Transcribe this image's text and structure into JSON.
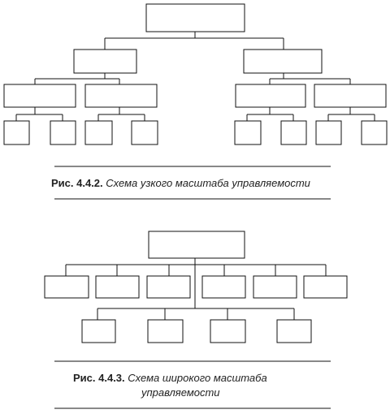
{
  "figures": [
    {
      "id": "fig-4-4-2",
      "caption_number": "Рис. 4.4.2.",
      "caption_text": "Схема узкого масштаба управляемости",
      "levels": [
        1,
        2,
        4,
        8
      ],
      "description": ""
    },
    {
      "id": "fig-4-4-3",
      "caption_number": "Рис. 4.4.3.",
      "caption_text_line1": "Схема широкого масштаба",
      "caption_text_line2": "управляемости",
      "levels": [
        1,
        6,
        4
      ],
      "description": ""
    }
  ]
}
